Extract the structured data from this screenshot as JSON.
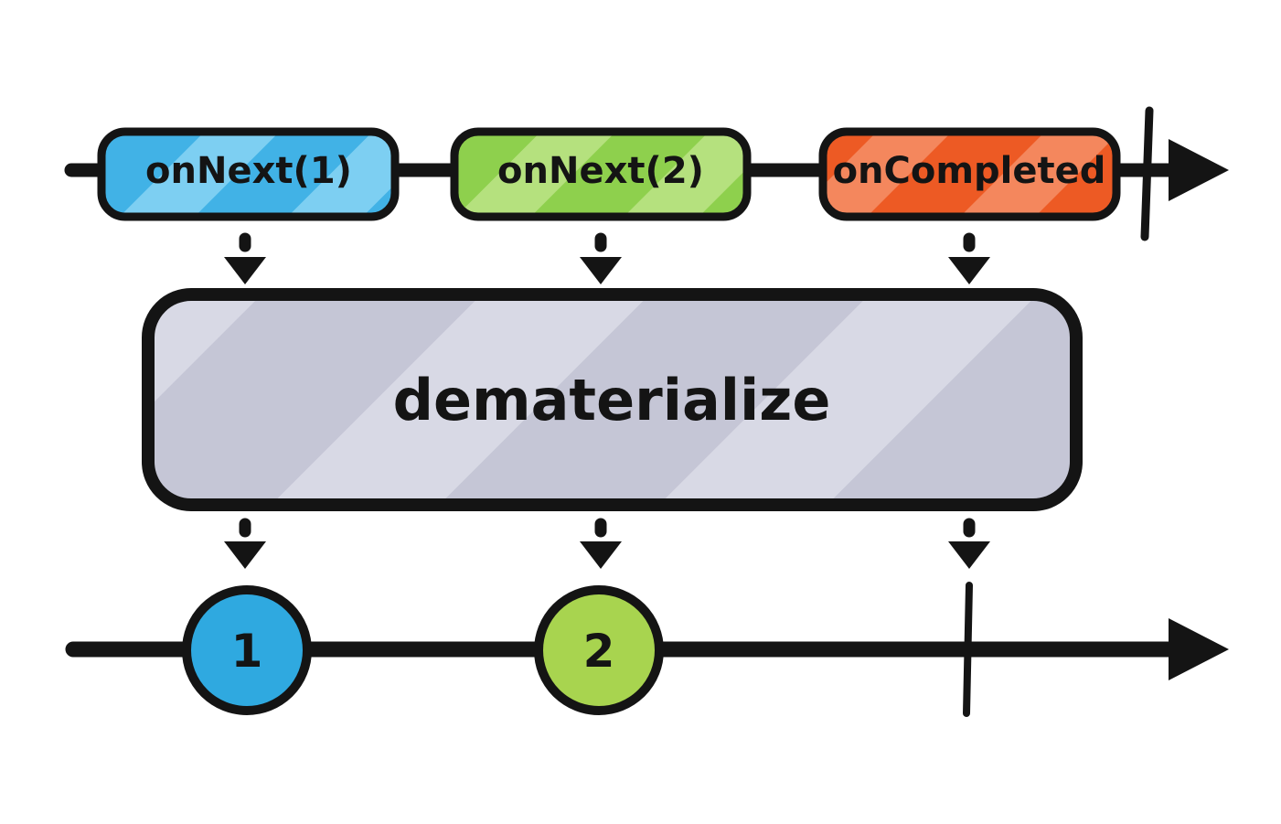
{
  "diagram": {
    "ink_color": "#141414",
    "background_color": "#ffffff",
    "operator": {
      "label": "dematerialize",
      "base_color": "#c5c6d6",
      "stripe_color": "#d8d9e5"
    },
    "source_timeline": {
      "events": [
        {
          "label": "onNext(1)",
          "base_color": "#41b2e6",
          "stripe_color": "#7dcff2"
        },
        {
          "label": "onNext(2)",
          "base_color": "#8ed04d",
          "stripe_color": "#b5e17e"
        },
        {
          "label": "onCompleted",
          "base_color": "#ed5a24",
          "stripe_color": "#f4875d"
        }
      ],
      "has_completion_tick": true,
      "has_arrow": true
    },
    "output_timeline": {
      "events": [
        {
          "label": "1",
          "color": "#2fa9e0"
        },
        {
          "label": "2",
          "color": "#a8d44f"
        }
      ],
      "has_completion_tick": true,
      "has_arrow": true
    }
  }
}
